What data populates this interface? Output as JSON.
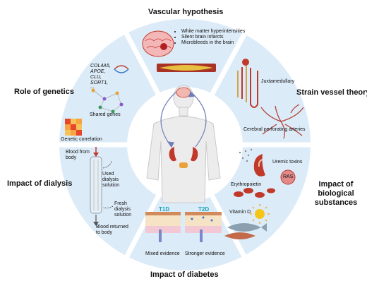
{
  "sections": {
    "vascular": {
      "title": "Vascular hypothesis",
      "items": [
        "White matter hyperintensities",
        "Silent brain infarcts",
        "Microbleeds in the brain"
      ]
    },
    "strain": {
      "title": "Strain vessel theory",
      "label_top": "Juxtamedullary",
      "label_bottom": "Cerebral perforating arteries"
    },
    "biological": {
      "title": "Impact of biological substances",
      "labels": [
        "Uremic toxins",
        "RAS",
        "Erythropoietin",
        "Vitamin D"
      ]
    },
    "diabetes": {
      "title": "Impact of diabetes",
      "t1d": "T1D",
      "t2d": "T2D",
      "t1d_caption": "Mixed evidence",
      "t2d_caption": "Stronger evidence"
    },
    "dialysis": {
      "title": "Impact of dialysis",
      "labels": [
        "Blood from body",
        "Used dialysis solution",
        "Fresh dialysis solution",
        "Blood returned to body"
      ]
    },
    "genetics": {
      "title": "Role of genetics",
      "genes": [
        "COL4A5,",
        "APOE,",
        "CLU,",
        "SORT1,",
        "..."
      ],
      "shared_label": "Shared genes",
      "corr_label": "Genetic correlation"
    }
  },
  "colors": {
    "ring": "#dcebf8",
    "center": "#ffffff",
    "kidney": "#c0392b",
    "vessel": "#a93226",
    "accent_teal": "#17a2b8"
  }
}
